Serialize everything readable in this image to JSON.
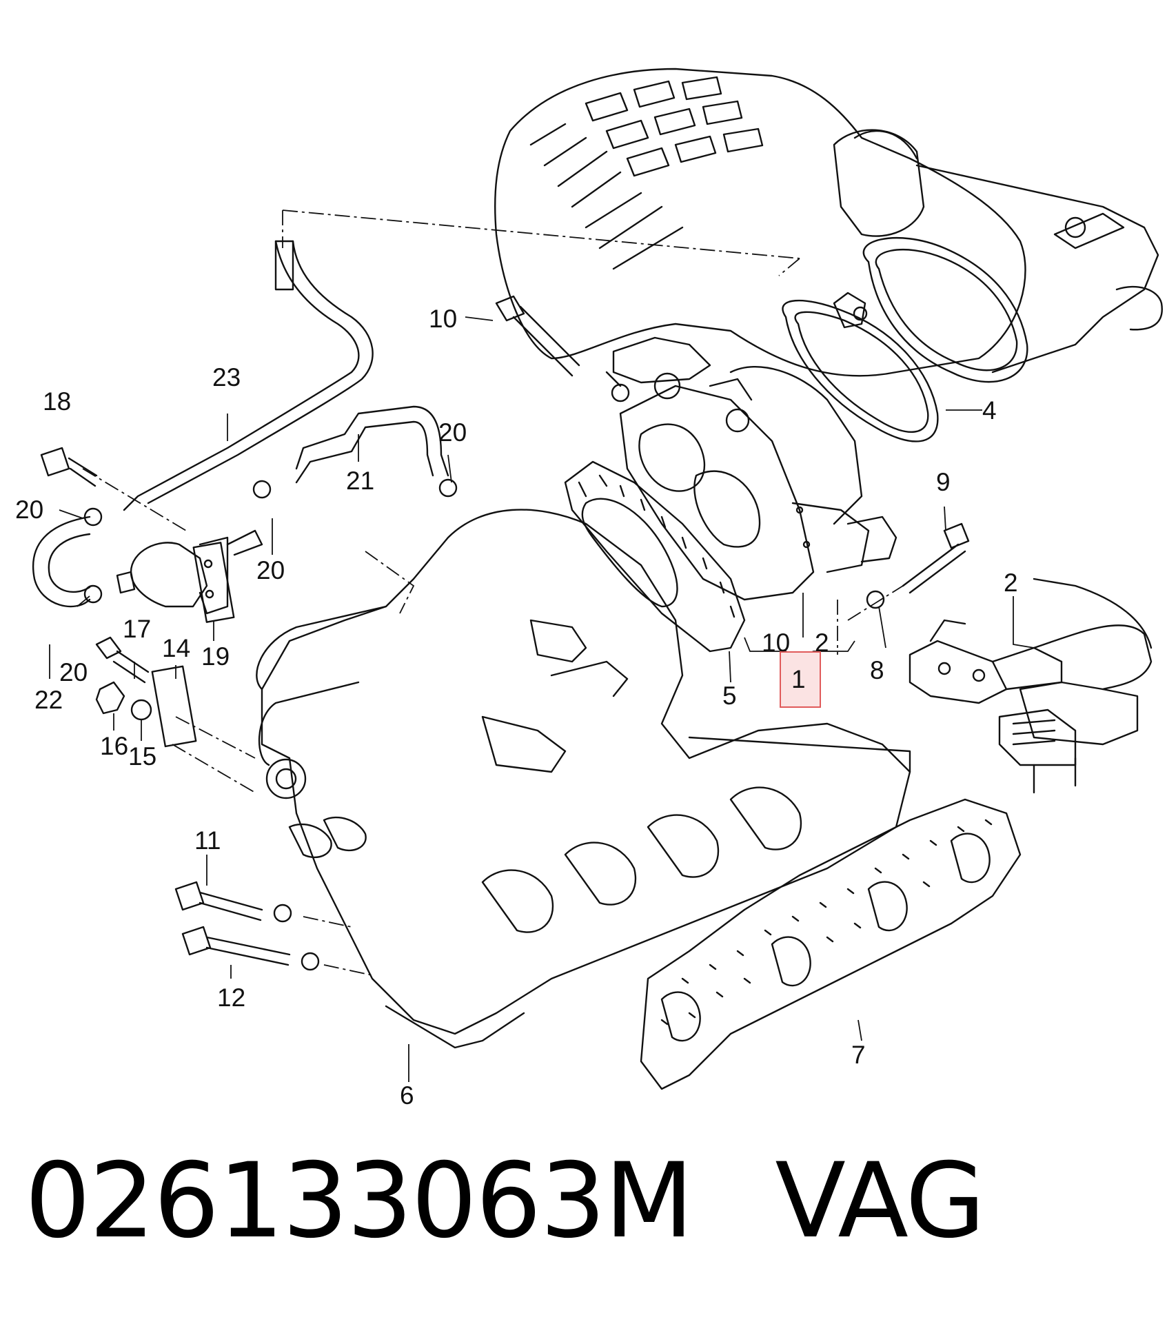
{
  "caption": {
    "part_number": "026133063M",
    "brand": "VAG"
  },
  "callouts": {
    "c1": "1",
    "c2a": "2",
    "c2b": "2",
    "c4": "4",
    "c5": "5",
    "c6": "6",
    "c7": "7",
    "c8": "8",
    "c9": "9",
    "c10a": "10",
    "c10b": "10",
    "c11": "11",
    "c12": "12",
    "c14": "14",
    "c15": "15",
    "c16": "16",
    "c17": "17",
    "c18": "18",
    "c19": "19",
    "c20a": "20",
    "c20b": "20",
    "c20c": "20",
    "c20d": "20",
    "c21": "21",
    "c22": "22",
    "c23": "23"
  },
  "colors": {
    "line": "#111111",
    "highlight": "#e05a5a",
    "highlight_fill": "#fbe3e3"
  }
}
